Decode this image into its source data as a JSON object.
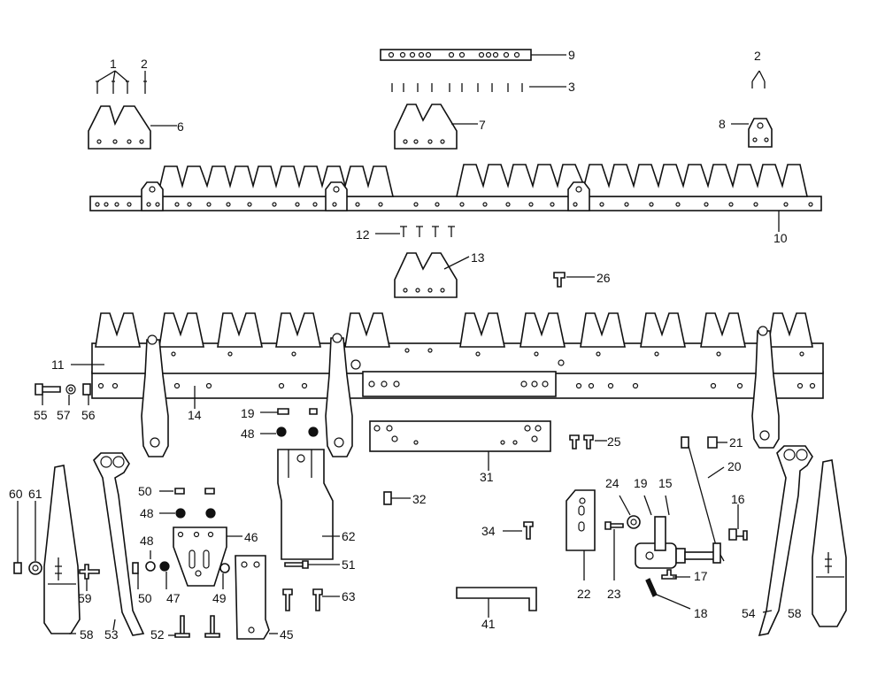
{
  "diagram": {
    "callouts": [
      "1",
      "2",
      "2",
      "3",
      "6",
      "7",
      "8",
      "9",
      "10",
      "11",
      "12",
      "13",
      "14",
      "15",
      "16",
      "17",
      "18",
      "19",
      "19",
      "20",
      "21",
      "22",
      "23",
      "24",
      "25",
      "26",
      "31",
      "32",
      "34",
      "41",
      "45",
      "46",
      "47",
      "48",
      "48",
      "48",
      "49",
      "50",
      "50",
      "51",
      "52",
      "53",
      "54",
      "55",
      "56",
      "57",
      "58",
      "58",
      "59",
      "60",
      "61",
      "62",
      "63"
    ]
  }
}
